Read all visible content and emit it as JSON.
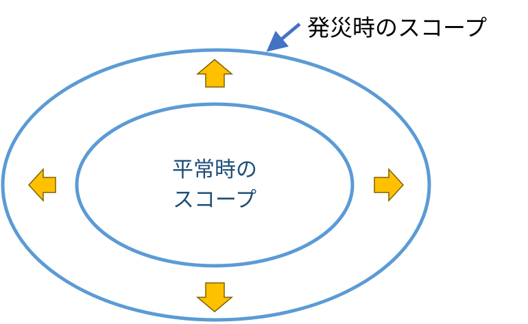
{
  "outer_scope": {
    "label": "発災時のスコープ"
  },
  "inner_scope": {
    "label_line1": "平常時の",
    "label_line2": "スコープ"
  },
  "colors": {
    "ellipse": "#5B9BD5",
    "expand_arrow_fill": "#FFC000",
    "expand_arrow_stroke": "#7F6000",
    "pointer_arrow": "#4472C4",
    "inner_text": "#1F4E79"
  }
}
